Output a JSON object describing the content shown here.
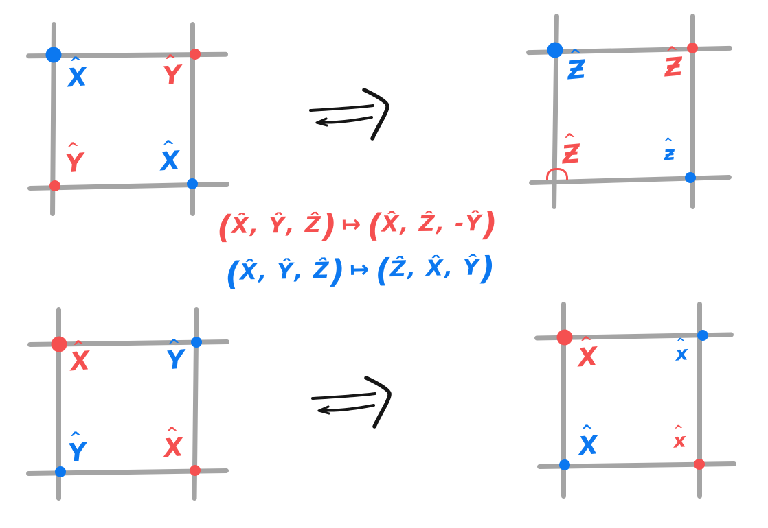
{
  "palette": {
    "blue": "#0c78f0",
    "red": "#f55050",
    "gray": "#a4a4a4",
    "arrow_ink": "#161616"
  },
  "glyphs": {
    "hat": "^",
    "open_paren": "(",
    "close_paren": ")",
    "mapsto": "↦"
  },
  "formulas": {
    "red": {
      "inputs": "X̂, Ŷ, Ẑ",
      "outputs": "X̂, Ẑ, -Ŷ"
    },
    "blue": {
      "inputs": "X̂, Ŷ, Ẑ",
      "outputs": "Ẑ, X̂, Ŷ"
    }
  },
  "squares": [
    {
      "name": "top-left",
      "corners": [
        {
          "corner": "top-left",
          "dot": "blue large",
          "label": "X",
          "label_color": "blue"
        },
        {
          "corner": "top-right",
          "dot": "red small",
          "label": "Y",
          "label_color": "red"
        },
        {
          "corner": "bottom-left",
          "dot": "red small",
          "label": "Y",
          "label_color": "red"
        },
        {
          "corner": "bottom-right",
          "dot": "blue small",
          "label": "X",
          "label_color": "blue"
        }
      ]
    },
    {
      "name": "top-right",
      "corners": [
        {
          "corner": "top-left",
          "dot": "blue large",
          "label": "Ƶ",
          "label_color": "blue"
        },
        {
          "corner": "top-right",
          "dot": "red small",
          "label": "Ƶ",
          "label_color": "red"
        },
        {
          "corner": "bottom-left",
          "dot": "red open-arc",
          "label": "Ƶ",
          "label_color": "red"
        },
        {
          "corner": "bottom-right",
          "dot": "blue small",
          "label": "ƶ",
          "label_color": "blue"
        }
      ]
    },
    {
      "name": "bottom-left",
      "corners": [
        {
          "corner": "top-left",
          "dot": "red large",
          "label": "X",
          "label_color": "red"
        },
        {
          "corner": "top-right",
          "dot": "blue small",
          "label": "Y",
          "label_color": "blue"
        },
        {
          "corner": "bottom-left",
          "dot": "blue small",
          "label": "Y",
          "label_color": "blue"
        },
        {
          "corner": "bottom-right",
          "dot": "red small",
          "label": "X",
          "label_color": "red"
        }
      ]
    },
    {
      "name": "bottom-right",
      "corners": [
        {
          "corner": "top-left",
          "dot": "red large",
          "label": "X",
          "label_color": "red"
        },
        {
          "corner": "top-right",
          "dot": "blue small",
          "label": "x",
          "label_color": "blue"
        },
        {
          "corner": "bottom-left",
          "dot": "blue small",
          "label": "X",
          "label_color": "blue"
        },
        {
          "corner": "bottom-right",
          "dot": "red small",
          "label": "x",
          "label_color": "red"
        }
      ]
    }
  ]
}
